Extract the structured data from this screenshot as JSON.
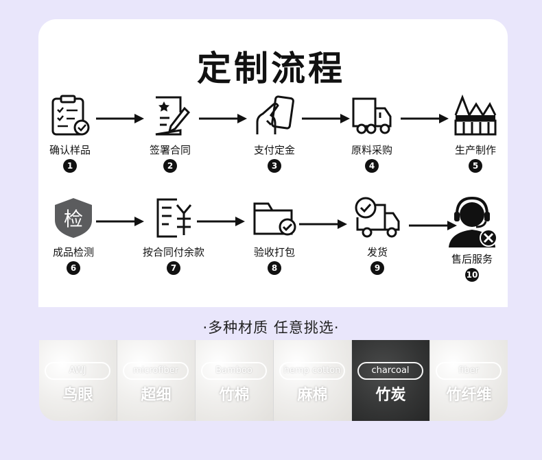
{
  "title": "定制流程",
  "steps": [
    {
      "label": "确认样品",
      "num": "1",
      "icon": "clipboard-check-icon"
    },
    {
      "label": "签署合同",
      "num": "2",
      "icon": "contract-sign-icon"
    },
    {
      "label": "支付定金",
      "num": "3",
      "icon": "hand-card-payment-icon"
    },
    {
      "label": "原料采购",
      "num": "4",
      "icon": "delivery-truck-icon"
    },
    {
      "label": "生产制作",
      "num": "5",
      "icon": "factory-icon"
    },
    {
      "label": "成品检测",
      "num": "6",
      "icon": "inspection-shield-icon",
      "badge": "检"
    },
    {
      "label": "按合同付余款",
      "num": "7",
      "icon": "document-yen-icon"
    },
    {
      "label": "验收打包",
      "num": "8",
      "icon": "folder-check-icon"
    },
    {
      "label": "发货",
      "num": "9",
      "icon": "truck-check-icon"
    },
    {
      "label": "售后服务",
      "num": "10",
      "icon": "customer-service-headset-icon"
    }
  ],
  "subtitle": "·多种材质 任意挑选·",
  "materials": [
    {
      "en": "AWJ",
      "cn": "鸟眼",
      "dark": false
    },
    {
      "en": "microfiber",
      "cn": "超细",
      "dark": false
    },
    {
      "en": "Bamboo",
      "cn": "竹棉",
      "dark": false
    },
    {
      "en": "hemp cotton",
      "cn": "麻棉",
      "dark": false
    },
    {
      "en": "charcoal",
      "cn": "竹炭",
      "dark": true
    },
    {
      "en": "fiber",
      "cn": "竹纤维",
      "dark": false
    }
  ],
  "colors": {
    "background": "#e9e6fb",
    "card": "#ffffff",
    "ink": "#111111"
  }
}
